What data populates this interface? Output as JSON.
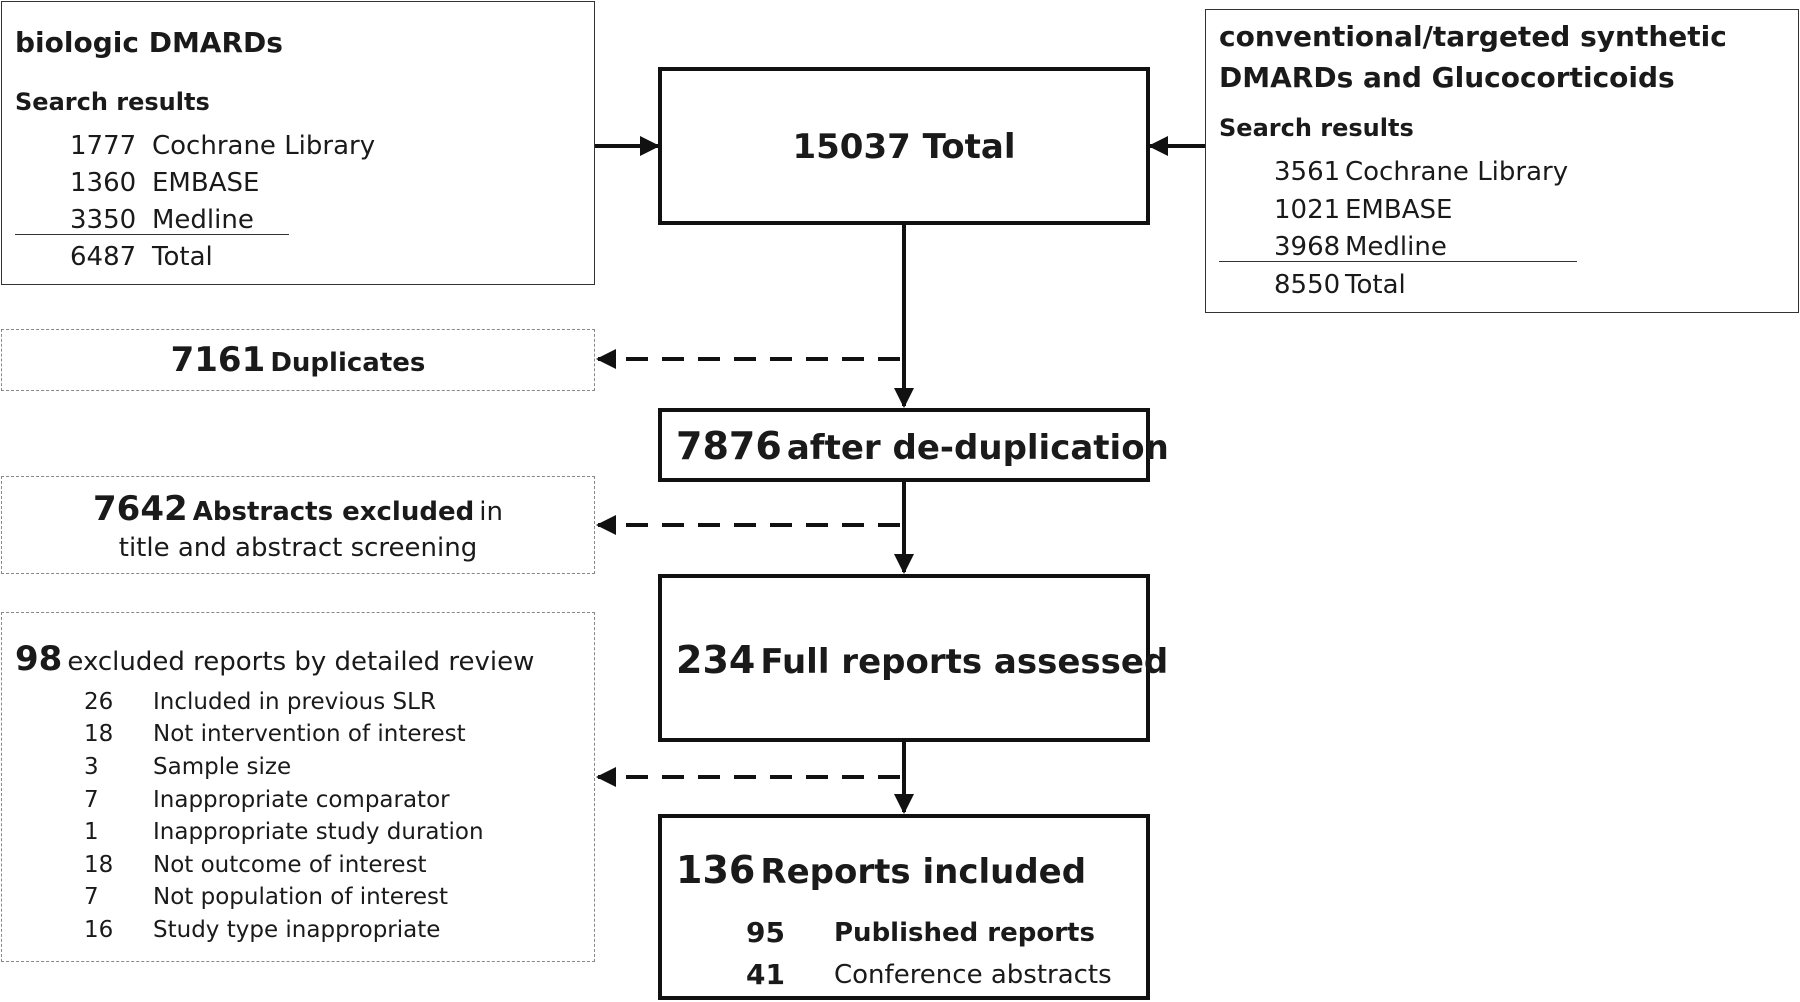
{
  "left_source": {
    "title": "biologic DMARDs",
    "subtitle": "Search results",
    "rows": [
      {
        "count": "1777",
        "label": "Cochrane  Library"
      },
      {
        "count": "1360",
        "label": "EMBASE"
      },
      {
        "count": "3350",
        "label": "Medline"
      }
    ],
    "total": {
      "count": "6487",
      "label": "Total"
    }
  },
  "right_source": {
    "title_line1": "conventional/targeted synthetic",
    "title_line2": "DMARDs and Glucocorticoids",
    "subtitle": "Search results",
    "rows": [
      {
        "count": "3561",
        "label": "Cochrane  Library"
      },
      {
        "count": "1021",
        "label": "EMBASE"
      },
      {
        "count": "3968",
        "label": "Medline"
      }
    ],
    "total": {
      "count": "8550",
      "label": "Total"
    }
  },
  "flow": {
    "total": {
      "count": "15037",
      "label": "Total"
    },
    "dedup": {
      "count": "7876",
      "label": "after de-duplication"
    },
    "full": {
      "count": "234",
      "label": "Full reports assessed"
    },
    "included": {
      "count": "136",
      "label": "Reports included",
      "rows": [
        {
          "count": "95",
          "label": "Published  reports"
        },
        {
          "count": "41",
          "label": "Conference  abstracts"
        }
      ]
    }
  },
  "exclusions": {
    "duplicates": {
      "count": "7161",
      "label": "Duplicates"
    },
    "abstracts": {
      "count": "7642",
      "label": "Abstracts  excluded",
      "suffix": "in",
      "line2": "title and abstract screening"
    },
    "detailed": {
      "count": "98",
      "label": "excluded reports  by detailed  review",
      "reasons": [
        {
          "count": "26",
          "label": "Included in previous SLR"
        },
        {
          "count": "18",
          "label": "Not intervention of interest"
        },
        {
          "count": "3",
          "label": "Sample size"
        },
        {
          "count": "7",
          "label": "Inappropriate comparator"
        },
        {
          "count": "1",
          "label": "Inappropriate study duration"
        },
        {
          "count": "18",
          "label": "Not outcome of interest"
        },
        {
          "count": "7",
          "label": "Not population of interest"
        },
        {
          "count": "16",
          "label": "Study type inappropriate"
        }
      ]
    }
  }
}
